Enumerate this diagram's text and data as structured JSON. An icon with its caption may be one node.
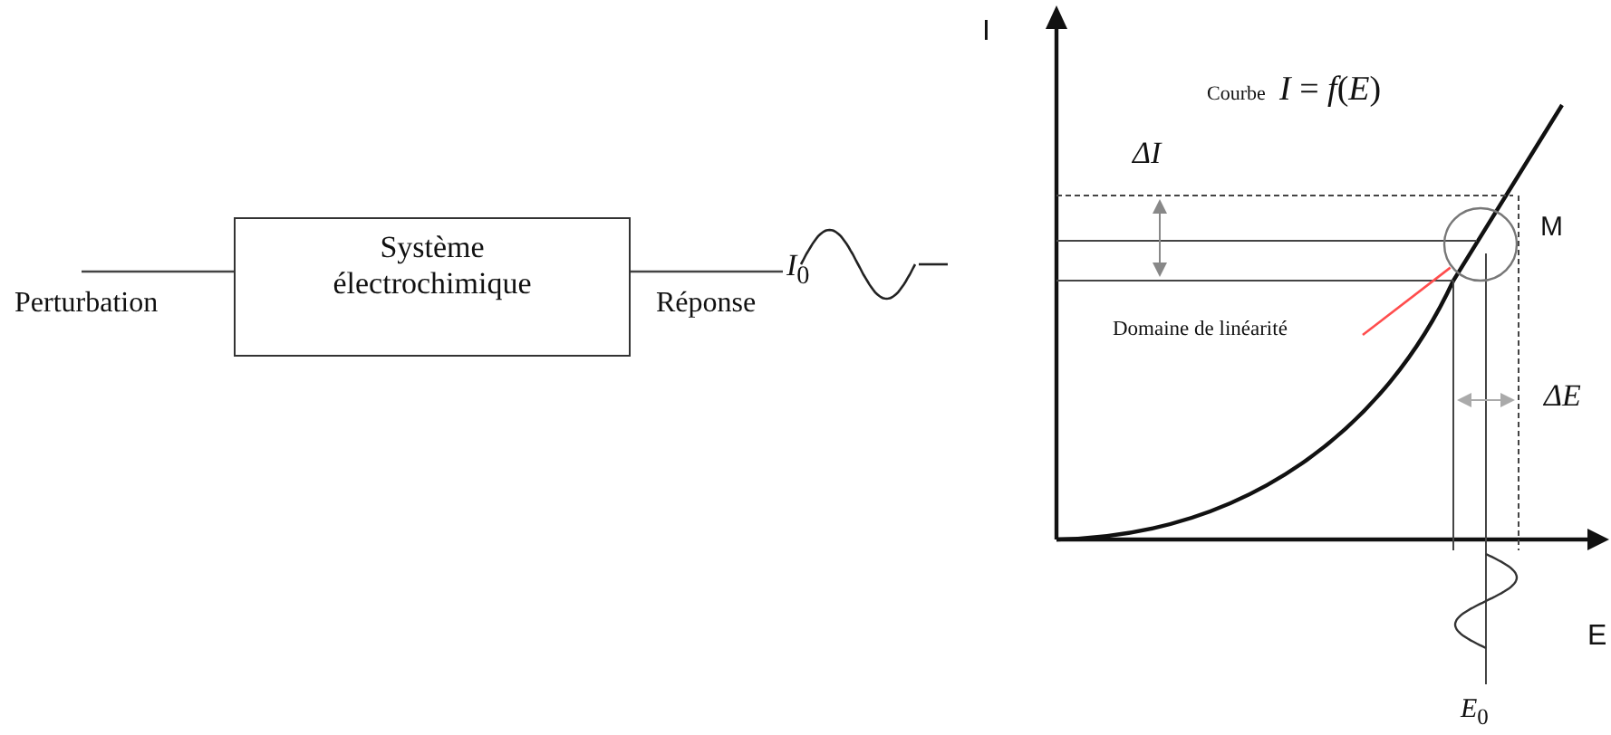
{
  "diagram": {
    "nodes": [
      {
        "text": [
          "Système électrochimique"
        ]
      },
      {
        "text": [
          "Domaine de linéarité"
        ]
      },
      {
        "text": [],
        "shape": "circle",
        "beside": [
          "M"
        ]
      },
      {
        "text": [
          "*I*$_{0}$"
        ]
      }
    ],
    "edges": [
      {
        "from": null,
        "to": 0,
        "arrow": "none"
      },
      {
        "from": 0,
        "to": 3,
        "arrow": "none"
      },
      {
        "from": 1,
        "to": 2,
        "arrow": "none",
        "color": "#ff4d4d"
      }
    ],
    "labels": [
      "Perturbation",
      "Réponse",
      "I",
      "Courbe",
      "*I* = *f*(*E*)",
      "ΔI",
      "ΔE",
      "E",
      "*E*$_{0}$"
    ]
  }
}
